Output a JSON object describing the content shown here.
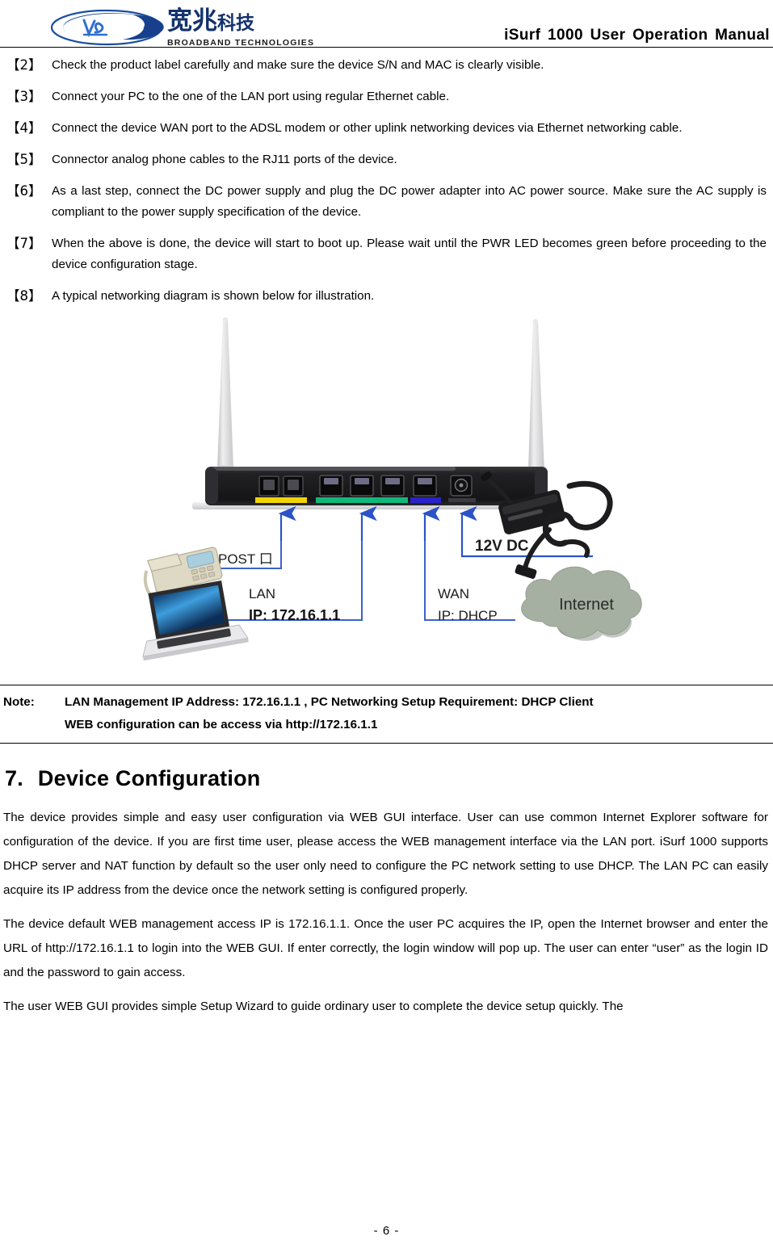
{
  "header": {
    "logo_cn_big": "宽兆",
    "logo_cn_small": "科技",
    "logo_en": "BROADBAND TECHNOLOGIES",
    "title": "iSurf 1000 User Operation Manual"
  },
  "steps": [
    {
      "num": "【2】",
      "text": "Check the product label carefully and make sure the device S/N and MAC is clearly visible."
    },
    {
      "num": "【3】",
      "text": "Connect your PC to the one of the LAN port using regular Ethernet cable."
    },
    {
      "num": "【4】",
      "text": "Connect the device WAN port to the ADSL modem or other uplink networking devices via Ethernet networking cable."
    },
    {
      "num": "【5】",
      "text": "Connector analog phone cables to the RJ11 ports of the device."
    },
    {
      "num": "【6】",
      "text": "As a last step, connect the DC power supply and plug the DC power adapter into AC power source. Make sure the AC supply is compliant to the power supply specification of the device."
    },
    {
      "num": "【7】",
      "text": "When the above is done, the device will start to boot up. Please wait until the PWR LED becomes green before proceeding to the device configuration stage."
    },
    {
      "num": "【8】",
      "text": "A typical networking diagram is shown below for illustration."
    }
  ],
  "diagram": {
    "labels": {
      "dc": "12V DC",
      "post": "POST 口",
      "lan": "LAN",
      "lan_ip": "IP: 172.16.1.1",
      "wan": "WAN",
      "wan_ip": "IP: DHCP",
      "internet": "Internet"
    },
    "colors": {
      "arrow": "#2b53c8",
      "line": "#3b63c9",
      "rj11_strip": "#f2d400",
      "lan_strip": "#12b87a",
      "wan_strip": "#2a22c9",
      "router_body": "#1c1c1e",
      "antenna": "#dcdcde",
      "cloud": "#a6b0a2",
      "laptop_screen": "#2b7fd4",
      "phone": "#ded9c4",
      "adapter": "#1b1b1d"
    }
  },
  "note": {
    "label": "Note:",
    "line1": "LAN Management IP Address: 172.16.1.1 ,  PC Networking Setup Requirement: DHCP Client",
    "line2": "WEB configuration can be access via http://172.16.1.1"
  },
  "section": {
    "number": "7.",
    "title": "Device Configuration"
  },
  "paragraphs": [
    "The device provides simple and easy user configuration via WEB GUI interface. User can use common Internet Explorer software for configuration of the device. If you are first time user, please access the WEB management interface via the LAN port. iSurf 1000 supports DHCP server and NAT function by default so the user only need to configure the PC network setting to use DHCP. The LAN PC can easily acquire its IP address from the device once the network setting is configured properly.",
    "The device default WEB management access IP is 172.16.1.1. Once the user PC acquires the IP, open the Internet browser and enter the URL of http://172.16.1.1 to login into the WEB GUI. If enter correctly, the login window will pop up. The user can enter “user” as the login ID and the password to gain access.",
    "The user WEB GUI provides simple Setup Wizard to guide ordinary user to complete the device setup quickly. The"
  ],
  "footer": {
    "page_number": "- 6 -"
  }
}
